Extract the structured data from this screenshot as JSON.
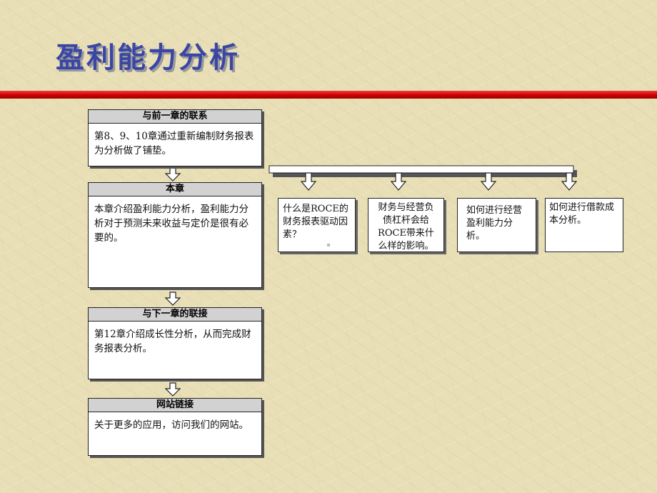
{
  "slide": {
    "title": "盈利能力分析"
  },
  "left_column": [
    {
      "heading": "与前一章的联系",
      "body": "第8、9、10章通过重新编制财务报表为分析做了铺垫。"
    },
    {
      "heading": "本章",
      "body": "本章介绍盈利能力分析，盈利能力分析对于预测未来收益与定价是很有必要的。"
    },
    {
      "heading": "与下一章的联接",
      "body": "第12章介绍成长性分析，从而完成财务报表分析。"
    },
    {
      "heading": "网站链接",
      "body": "关于更多的应用，访问我们的网站。"
    }
  ],
  "topics": [
    {
      "text": "什么是ROCE的财务报表驱动因素？"
    },
    {
      "text": "财务与经营负债杠杆会给ROCE带来什么样的影响。"
    },
    {
      "text": "如何进行经营盈利能力分析。"
    },
    {
      "text": "如何进行借款成本分析。"
    }
  ],
  "colors": {
    "title": "#3a46a5",
    "rule": "#cc0000",
    "background": "#e9dfb6",
    "box_header": "#d2d2d2"
  }
}
